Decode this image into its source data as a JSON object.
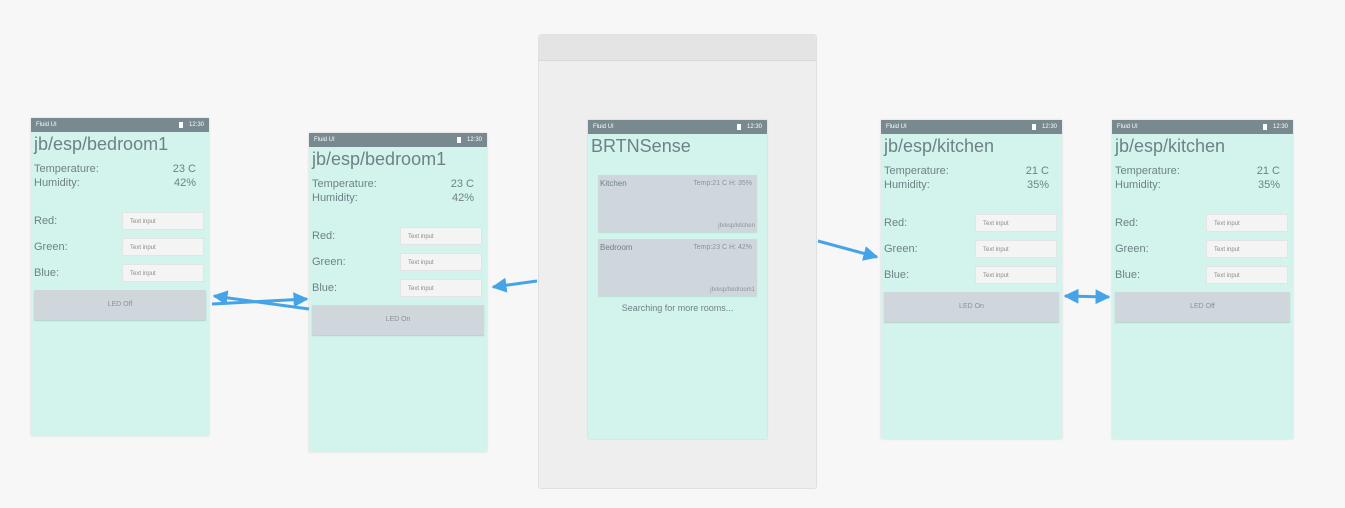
{
  "screens": {
    "bedroom1_a": {
      "status": {
        "app": "Fluid UI",
        "time": "12:30"
      },
      "title": "jb/esp/bedroom1",
      "temperature_label": "Temperature:",
      "temperature_value": "23 C",
      "humidity_label": "Humidity:",
      "humidity_value": "42%",
      "red_label": "Red:",
      "green_label": "Green:",
      "blue_label": "Blue:",
      "input_placeholder": "Text input",
      "led_button": "LED Off"
    },
    "bedroom1_b": {
      "status": {
        "app": "Fluid UI",
        "time": "12:30"
      },
      "title": "jb/esp/bedroom1",
      "temperature_label": "Temperature:",
      "temperature_value": "23 C",
      "humidity_label": "Humidity:",
      "humidity_value": "42%",
      "red_label": "Red:",
      "green_label": "Green:",
      "blue_label": "Blue:",
      "input_placeholder": "Text input",
      "led_button": "LED On"
    },
    "home": {
      "status": {
        "app": "Fluid UI",
        "time": "12:30"
      },
      "title": "BRTNSense",
      "rooms": [
        {
          "name": "Kitchen",
          "stats": "Temp:21 C H: 35%",
          "topic": "jb/esp/kitchen"
        },
        {
          "name": "Bedroom",
          "stats": "Temp:23 C H: 42%",
          "topic": "jb/esp/bedroom1"
        }
      ],
      "searching": "Searching for more rooms..."
    },
    "kitchen_a": {
      "status": {
        "app": "Fluid UI",
        "time": "12:30"
      },
      "title": "jb/esp/kitchen",
      "temperature_label": "Temperature:",
      "temperature_value": "21 C",
      "humidity_label": "Humidity:",
      "humidity_value": "35%",
      "red_label": "Red:",
      "green_label": "Green:",
      "blue_label": "Blue:",
      "input_placeholder": "Text input",
      "led_button": "LED On"
    },
    "kitchen_b": {
      "status": {
        "app": "Fluid UI",
        "time": "12:30"
      },
      "title": "jb/esp/kitchen",
      "temperature_label": "Temperature:",
      "temperature_value": "21 C",
      "humidity_label": "Humidity:",
      "humidity_value": "35%",
      "red_label": "Red:",
      "green_label": "Green:",
      "blue_label": "Blue:",
      "input_placeholder": "Text input",
      "led_button": "LED Off"
    }
  },
  "colors": {
    "arrow": "#45a4e8",
    "screen_bg": "#d2f4ec",
    "status_bar": "#78898f"
  }
}
